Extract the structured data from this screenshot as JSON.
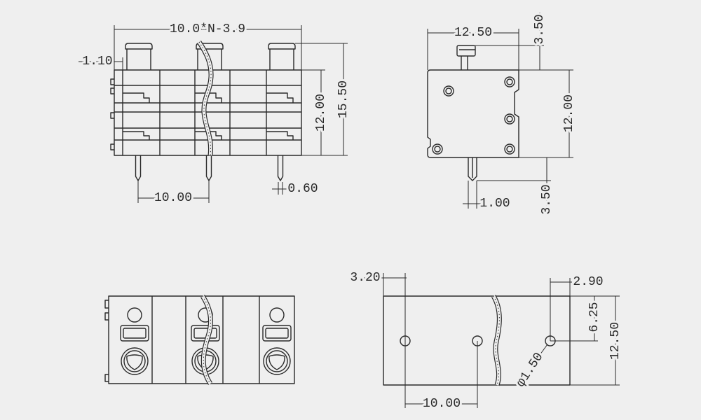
{
  "colors": {
    "background": "#efefef",
    "line": "#2a2a2a"
  },
  "front_view": {
    "width_formula": "10.0*N-3.9",
    "step": "1.10",
    "body_height": "12.00",
    "overall_height": "15.50",
    "pitch": "10.00",
    "pin_thickness": "0.60"
  },
  "side_view": {
    "depth": "12.50",
    "latch_height": "3.50",
    "body_height": "12.00",
    "pin_length": "3.50",
    "pin_width": "1.00"
  },
  "bottom_view": {
    "hole_offset_left": "3.20",
    "hole_offset_right": "2.90",
    "hole_row_offset": "6.25",
    "depth": "12.50",
    "hole_diameter": "φ1.50",
    "pitch": "10.00"
  }
}
